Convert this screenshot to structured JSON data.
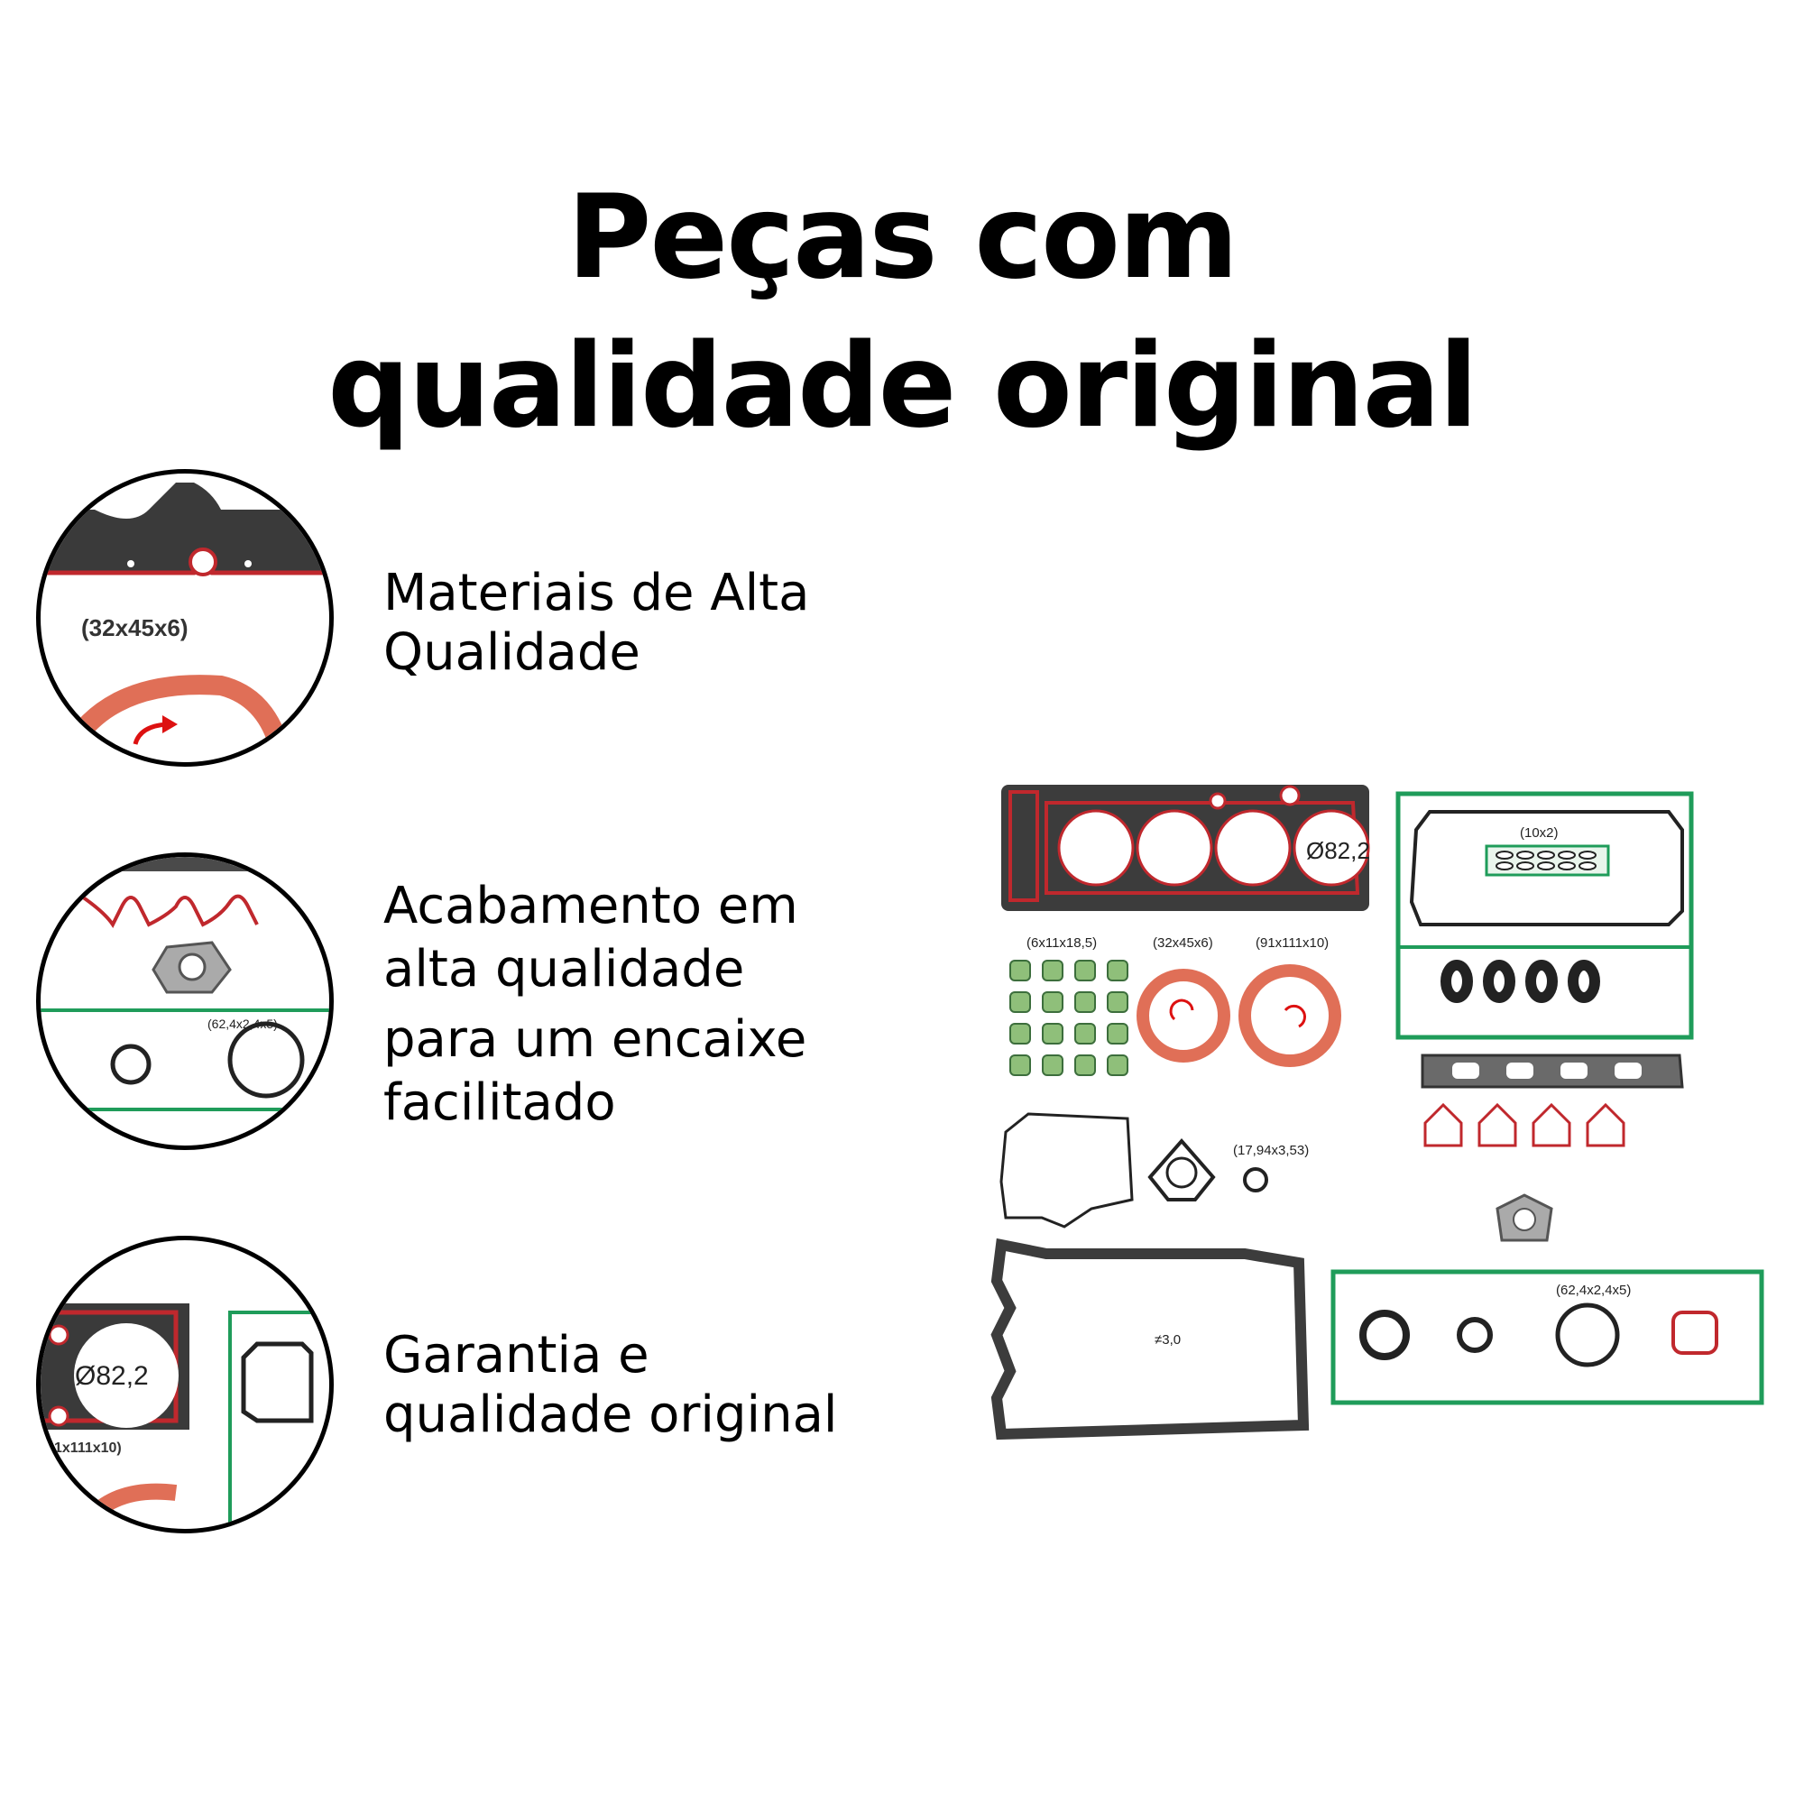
{
  "title": {
    "line1": "Peças com",
    "line2": "qualidade original"
  },
  "features": [
    {
      "lines": [
        "Materiais de Alta",
        "Qualidade"
      ],
      "zoom_label": "(32x45x6)"
    },
    {
      "lines": [
        "Acabamento em",
        "alta qualidade",
        "para um encaixe",
        "facilitado"
      ],
      "zoom_label": "(62,4x2,4x5)"
    },
    {
      "lines": [
        "Garantia e",
        "qualidade original"
      ],
      "zoom_label_1": "Ø82,2",
      "zoom_label_2": "1x111x10)"
    }
  ],
  "kit": {
    "bore": "Ø82,2",
    "valve_seals": "(6x11x18,5)",
    "seal_a": "(32x45x6)",
    "seal_b": "(91x111x10)",
    "plug_seals": "(10x2)",
    "oring": "(17,94x3,53)",
    "thickness": "≠3,0",
    "ring": "(62,4x2,4x5)"
  },
  "colors": {
    "gasket_red": "#c0282d",
    "gasket_dark": "#333333",
    "frame_green": "#1f9c5a",
    "seal_orange": "#e06f57"
  }
}
